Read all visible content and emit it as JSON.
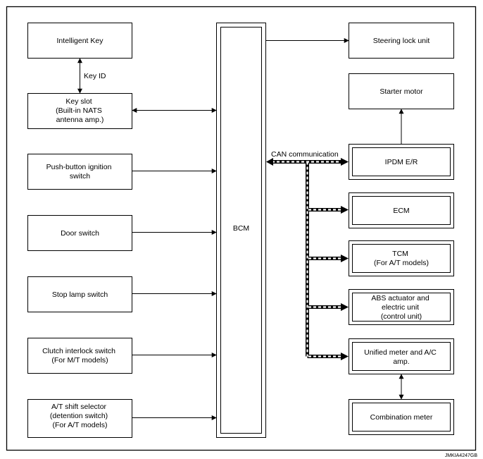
{
  "diagram": {
    "bcm_label": "BCM",
    "left_boxes": [
      {
        "id": "intelligent-key",
        "lines": [
          "Intelligent Key"
        ]
      },
      {
        "id": "key-slot",
        "lines": [
          "Key slot",
          "(Built-in NATS",
          "antenna amp.)"
        ]
      },
      {
        "id": "push-button-ignition-switch",
        "lines": [
          "Push-button ignition",
          "switch"
        ]
      },
      {
        "id": "door-switch",
        "lines": [
          "Door switch"
        ]
      },
      {
        "id": "stop-lamp-switch",
        "lines": [
          "Stop lamp switch"
        ]
      },
      {
        "id": "clutch-interlock-switch",
        "lines": [
          "Clutch interlock switch",
          "(For M/T models)"
        ]
      },
      {
        "id": "at-shift-selector",
        "lines": [
          "A/T shift selector",
          "(detention switch)",
          "(For A/T models)"
        ]
      }
    ],
    "right_boxes": [
      {
        "id": "steering-lock-unit",
        "lines": [
          "Steering lock unit"
        ]
      },
      {
        "id": "starter-motor",
        "lines": [
          "Starter motor"
        ]
      },
      {
        "id": "ipdm-er",
        "lines": [
          "IPDM E/R"
        ]
      },
      {
        "id": "ecm",
        "lines": [
          "ECM"
        ]
      },
      {
        "id": "tcm",
        "lines": [
          "TCM",
          "(For A/T models)"
        ]
      },
      {
        "id": "abs-actuator",
        "lines": [
          "ABS actuator and",
          "electric unit",
          "(control unit)"
        ]
      },
      {
        "id": "unified-meter",
        "lines": [
          "Unified meter and A/C",
          "amp."
        ]
      },
      {
        "id": "combination-meter",
        "lines": [
          "Combination meter"
        ]
      }
    ],
    "key_id_label": "Key ID",
    "can_label": "CAN communication",
    "figure_code": "JMKIA4247GB"
  }
}
